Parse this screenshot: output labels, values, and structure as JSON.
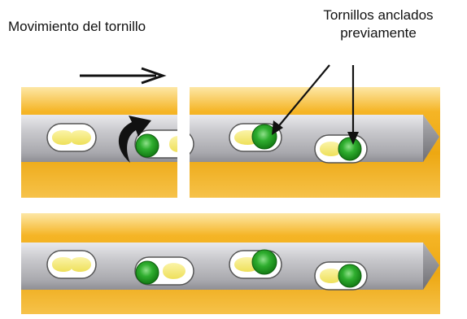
{
  "labels": {
    "screw_movement": "Movimiento del tornillo",
    "anchored_screws_line1": "Tornillos anclados",
    "anchored_screws_line2": "previamente"
  },
  "colors": {
    "bone_gold": "#f2b21c",
    "bone_light": "#fde6a0",
    "nail_gray": "#c4c4c8",
    "slot_yellow": "#f6ec6a",
    "screw_green": "#2fae2f",
    "arrow_black": "#111111"
  },
  "icons": {
    "movement_arrow": "arrow-right-icon",
    "rotation_arrow": "curved-arrow-icon",
    "pointer_arrow": "arrow-down-icon"
  }
}
